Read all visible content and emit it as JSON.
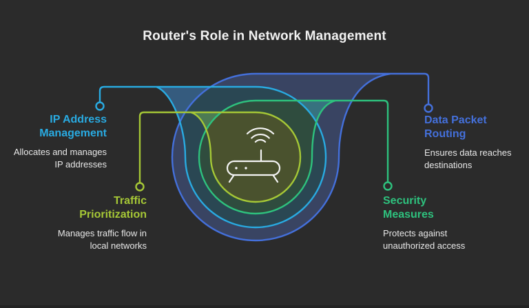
{
  "title": "Router's Role in Network Management",
  "colors": {
    "background": "#2b2b2b",
    "title_text": "#f2f2f2",
    "body_text": "#e8e8e8",
    "cyan": "#29ABE2",
    "yellow_green": "#A6C836",
    "green": "#2EC27E",
    "blue": "#4470DB",
    "icon_white": "#f5f5f5"
  },
  "fills": {
    "blue_band": "rgba(88,126,226,0.30)",
    "cyan_band": "rgba(42,172,226,0.22)",
    "green_band": "rgba(62,196,130,0.22)",
    "yellow_core": "rgba(166,196,58,0.26)"
  },
  "center_icon": "wifi-router",
  "labels": {
    "ip_address": {
      "heading": "IP Address\nManagement",
      "body": "Allocates and manages\nIP addresses"
    },
    "traffic": {
      "heading": "Traffic\nPrioritization",
      "body": "Manages traffic flow in\nlocal networks"
    },
    "data_packet": {
      "heading": "Data Packet\nRouting",
      "body": "Ensures data reaches\ndestinations"
    },
    "security": {
      "heading": "Security\nMeasures",
      "body": "Protects against\nunauthorized access"
    }
  }
}
